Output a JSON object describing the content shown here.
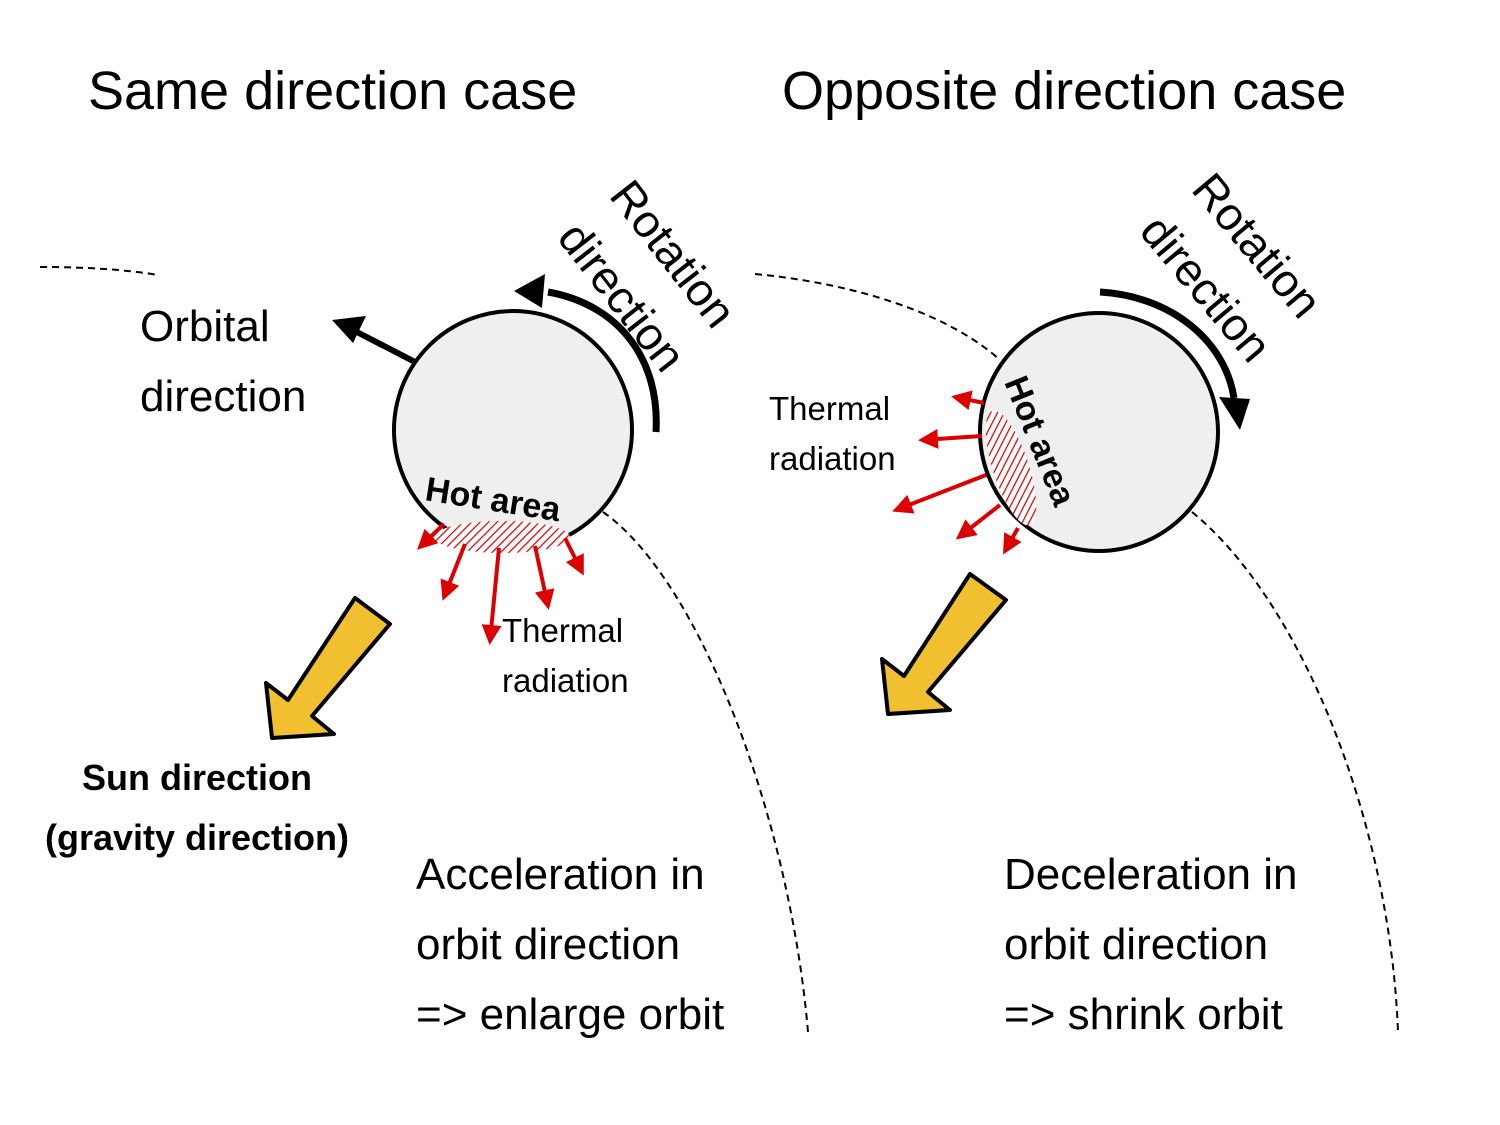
{
  "left_panel": {
    "title": "Same direction case",
    "rotation_label_line1": "Rotation",
    "rotation_label_line2": "direction",
    "orbital_label_line1": "Orbital",
    "orbital_label_line2": "direction",
    "hot_area_label": "Hot area",
    "thermal_label_line1": "Thermal",
    "thermal_label_line2": "radiation",
    "sun_label_line1": "Sun direction",
    "sun_label_line2": "(gravity direction)",
    "result_line1": "Acceleration in",
    "result_line2": "orbit direction",
    "result_line3": "=> enlarge orbit"
  },
  "right_panel": {
    "title": "Opposite direction case",
    "rotation_label_line1": "Rotation",
    "rotation_label_line2": "direction",
    "hot_area_label": "Hot area",
    "thermal_label_line1": "Thermal",
    "thermal_label_line2": "radiation",
    "result_line1": "Deceleration in",
    "result_line2": "orbit direction",
    "result_line3": "=> shrink orbit"
  },
  "colors": {
    "body_fill": "#efefef",
    "radiation_red": "#dd0000",
    "sun_arrow_fill": "#f0c030",
    "ink": "#000000"
  }
}
